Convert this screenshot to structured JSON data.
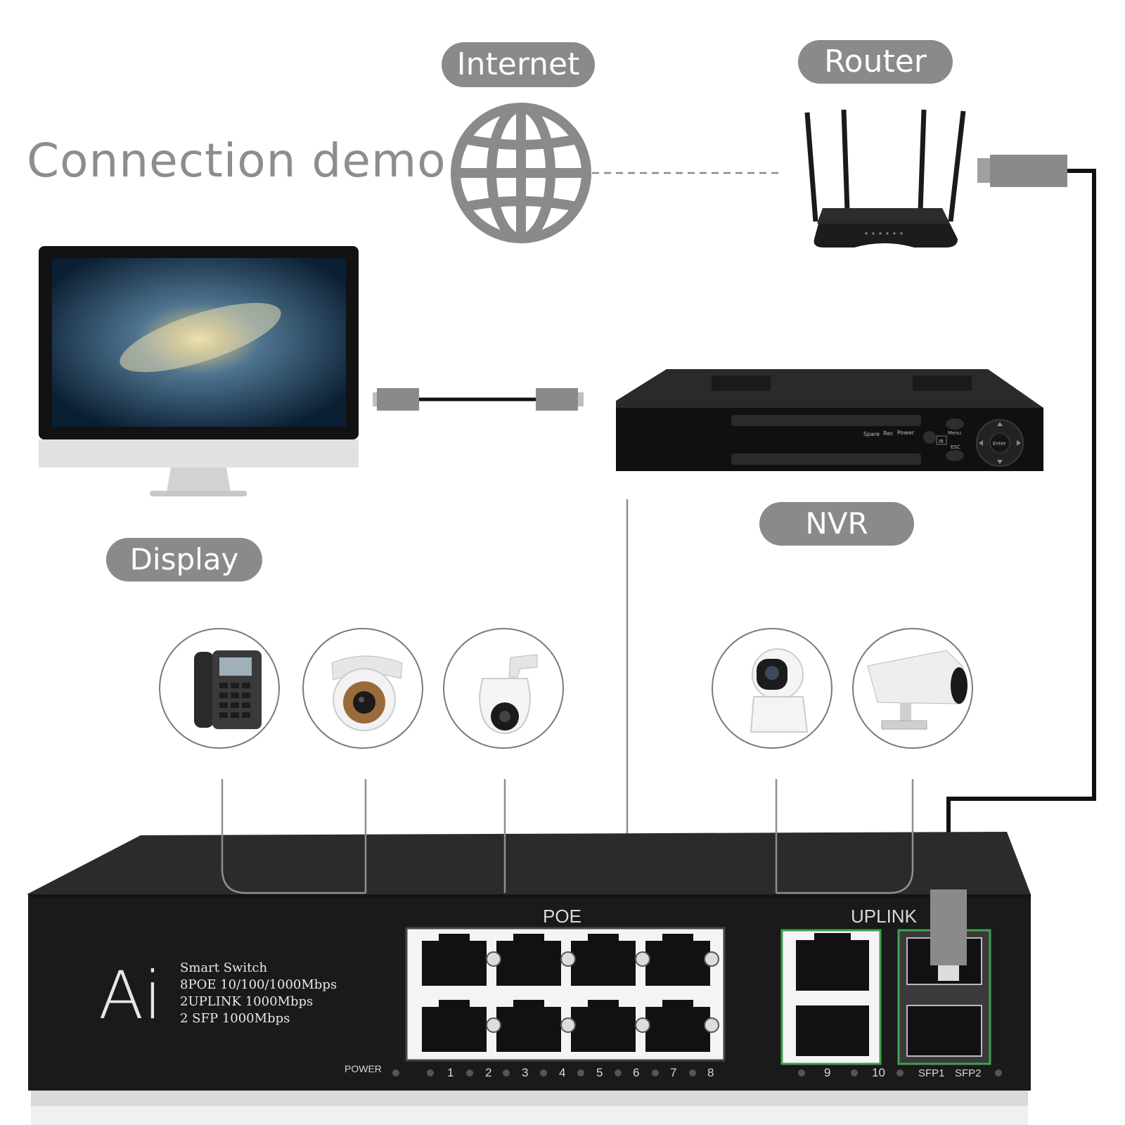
{
  "title": "Connection demo",
  "labels": {
    "internet": "Internet",
    "router": "Router",
    "display": "Display",
    "nvr": "NVR"
  },
  "nvr_panel": {
    "spare": "Spare",
    "rec": "Rec",
    "power": "Power",
    "menu": "Menu",
    "esc": "ESC",
    "enter": "Enter",
    "ir": "IR"
  },
  "switch": {
    "logo": "Ai",
    "spec_lines": [
      "Smart Switch",
      "8POE 10/100/1000Mbps",
      "2UPLINK 1000Mbps",
      "2 SFP 1000Mbps"
    ],
    "poe_label": "POE",
    "uplink_label": "UPLINK",
    "power_label": "POWER",
    "port_numbers": [
      "1",
      "2",
      "3",
      "4",
      "5",
      "6",
      "7",
      "8"
    ],
    "uplink_numbers": [
      "9",
      "10"
    ],
    "sfp_labels": [
      "SFP1",
      "SFP2"
    ]
  },
  "devices": [
    {
      "name": "ip-phone-icon"
    },
    {
      "name": "dome-camera-icon"
    },
    {
      "name": "ptz-camera-icon"
    },
    {
      "name": "indoor-camera-icon"
    },
    {
      "name": "bullet-camera-icon"
    }
  ],
  "colors": {
    "pill": "#8a8a8a",
    "title": "#8d8d8d",
    "line": "#8f8f8f",
    "cable": "#111111",
    "plug": "#8a8a8a",
    "switch_body": "#1c1c1c",
    "port_highlight_green": "#3fa34d"
  }
}
